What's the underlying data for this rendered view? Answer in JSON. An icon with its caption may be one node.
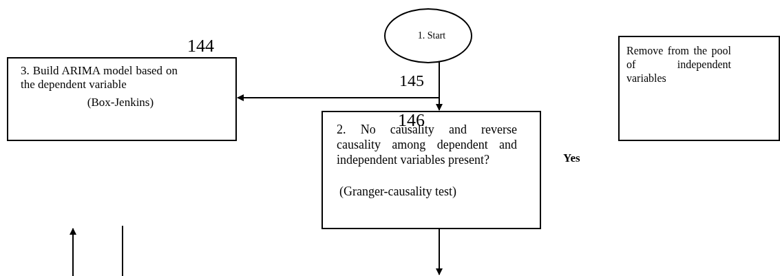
{
  "diagram": {
    "nodes": [
      {
        "text": [
          "1. Start"
        ]
      },
      {
        "text": [
          "3. Build ARIMA model based on the dependent variable",
          "(Box-Jenkins)"
        ]
      },
      {
        "text": [
          "Remove from the pool of independent variables"
        ]
      },
      {
        "text": [
          "2. No causality and reverse causality among dependent and independent variables present?",
          "(Granger-causality test)"
        ]
      }
    ],
    "edges": [
      {
        "from": 0,
        "to": 3,
        "arrow": "to"
      },
      {
        "from": 0,
        "to": 1,
        "arrow": "to"
      },
      {
        "from": 3,
        "to": null,
        "arrow": "to"
      }
    ],
    "labels": [
      "144",
      "145",
      "146",
      "Yes"
    ]
  }
}
